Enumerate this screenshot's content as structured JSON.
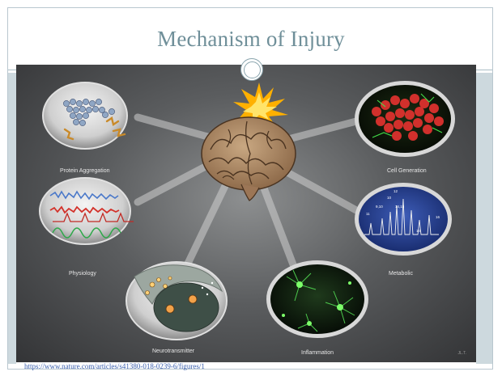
{
  "slide": {
    "title": "Mechanism of Injury",
    "source_url": "https://www.nature.com/articles/s41380-018-0239-6/figures/1"
  },
  "figure": {
    "panels": [
      {
        "id": "protein-aggregation",
        "label": "Protein Aggregation"
      },
      {
        "id": "physiology",
        "label": "Physiology"
      },
      {
        "id": "neurotransmitter",
        "label": "Neurotransmitter"
      },
      {
        "id": "inflammation",
        "label": "Inflammation"
      },
      {
        "id": "metabolic",
        "label": "Metabolic"
      },
      {
        "id": "cell-generation",
        "label": "Cell Generation"
      }
    ],
    "credit": "JL.T.",
    "metabolic_peak_labels": [
      "12",
      "10",
      "9,10",
      "14,15",
      "11",
      "16",
      "14"
    ]
  },
  "colors": {
    "title": "#6f8f99",
    "accent": "#cdd9de",
    "link": "#3a5fae"
  }
}
